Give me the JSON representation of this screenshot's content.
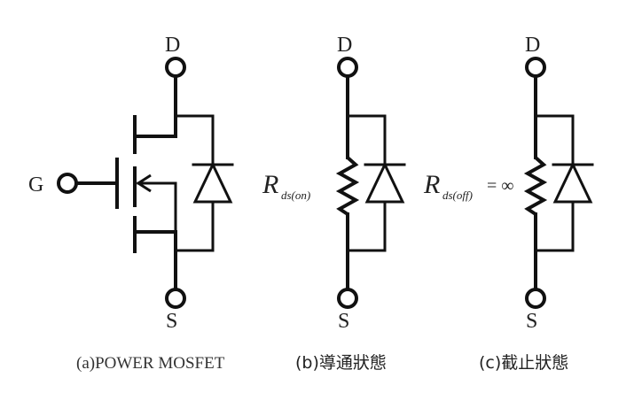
{
  "terminals": {
    "drain": "D",
    "source": "S",
    "gate": "G"
  },
  "panel_a": {
    "caption": "(a)POWER MOSFET"
  },
  "panel_b": {
    "caption": "(b)導通狀態",
    "resistance_symbol": "R",
    "resistance_subscript": "ds(on)"
  },
  "panel_c": {
    "caption": "(c)截止狀態",
    "resistance_symbol": "R",
    "resistance_subscript": "ds(off)",
    "resistance_value": "= ∞"
  }
}
